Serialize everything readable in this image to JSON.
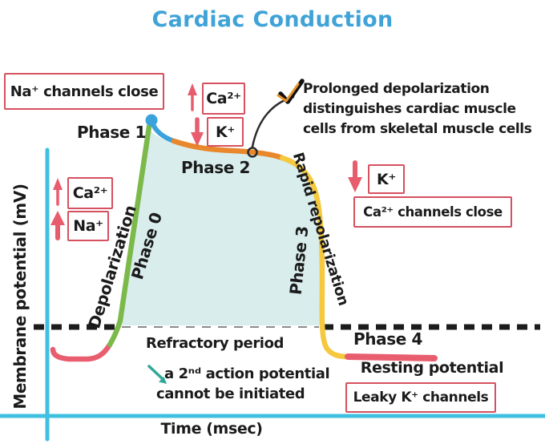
{
  "title": "Cardiac Conduction",
  "axes": {
    "y_label": "Membrane potential (mV)",
    "x_label": "Time (msec)"
  },
  "phases": {
    "phase0": "Phase 0",
    "phase1": "Phase 1",
    "phase2": "Phase 2",
    "phase3": "Phase 3",
    "phase4": "Phase 4"
  },
  "annotations": {
    "na_channels_close": "Na⁺ channels close",
    "ca_up_label": "Ca²⁺",
    "k_down_label": "K⁺",
    "ca_in_label": "Ca²⁺",
    "na_in_label": "Na⁺",
    "k_out_label": "K⁺",
    "ca_channels_close": "Ca²⁺ channels close",
    "depolarization": "Depolarization",
    "rapid_repolarization": "Rapid repolarization",
    "refractory_period": "Refractory period",
    "second_ap_line1": "a 2ⁿᵈ action potential",
    "second_ap_line2": "cannot be initiated",
    "resting_potential": "Resting potential",
    "leaky_k_channels": "Leaky K⁺ channels",
    "prolonged_line1": "Prolonged depolarization",
    "prolonged_line2": "distinguishes cardiac muscle",
    "prolonged_line3": "cells from skeletal muscle cells"
  },
  "curve": {
    "type": "stylized action potential (no numeric scale shown)",
    "segments": [
      {
        "phase": "Phase 4 (left resting)",
        "color": "#E85E6F"
      },
      {
        "phase": "Phase 0 depolarization",
        "color": "#7CB94B"
      },
      {
        "phase": "Phase 1 peak",
        "color": "#3BA2DC"
      },
      {
        "phase": "Phase 2 plateau",
        "color": "#E8872C"
      },
      {
        "phase": "Phase 3 rapid repolarization",
        "color": "#F5C83E"
      },
      {
        "phase": "Phase 4 resting potential",
        "color": "#E85E6F"
      }
    ]
  },
  "colors": {
    "title_blue": "#3FA3D7",
    "axis_cyan": "#3FC0E1",
    "phase0_green": "#7CB94B",
    "phase1_blue": "#3BA2DC",
    "phase2_orange": "#E8872C",
    "phase3_yellow": "#F5C83E",
    "phase4_pink": "#E85E6F",
    "box_border_red": "#D5515F",
    "arrow_red": "#E85D6E",
    "area_fill_teal": "#D9EDEC",
    "note_arrow_teal": "#2FA89A",
    "resting_dash_black": "#1c1c1c"
  }
}
